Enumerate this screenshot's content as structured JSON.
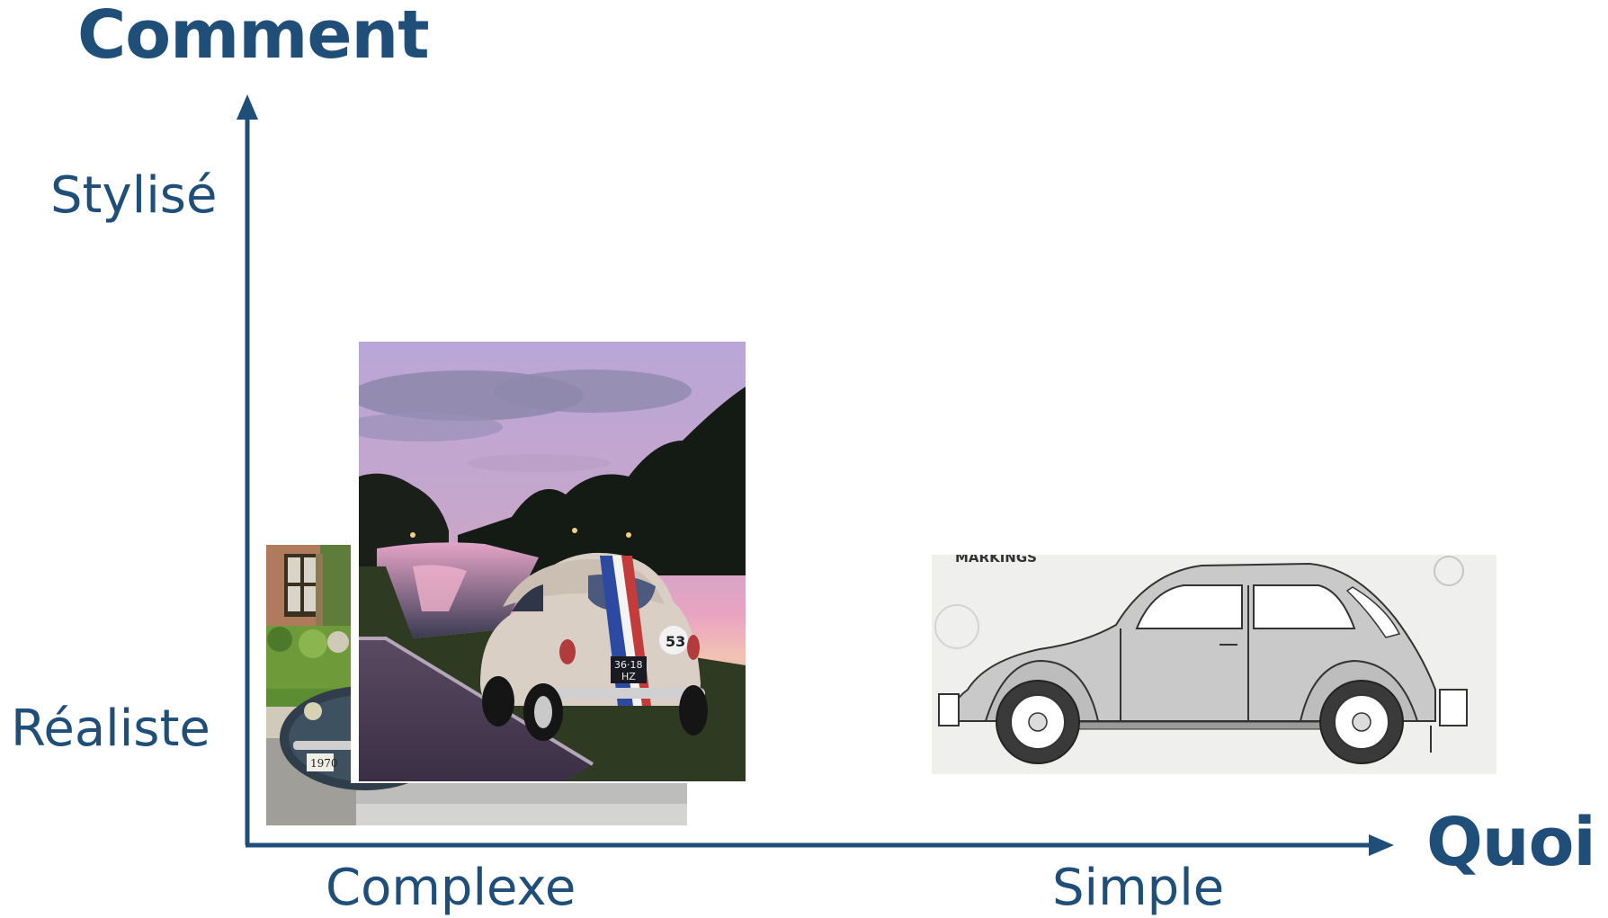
{
  "diagram": {
    "y_axis": {
      "title": "Comment",
      "ticks": {
        "top": "Stylisé",
        "bottom": "Réaliste"
      }
    },
    "x_axis": {
      "title": "Quoi",
      "ticks": {
        "left": "Complexe",
        "right": "Simple"
      }
    },
    "drawing_caption": "MARKINGS",
    "plate_front": "36·18\nHZ",
    "plate_number": "53",
    "plate_back": "1970",
    "colors": {
      "axis": "#1f4e79",
      "text": "#1f4e79"
    }
  }
}
